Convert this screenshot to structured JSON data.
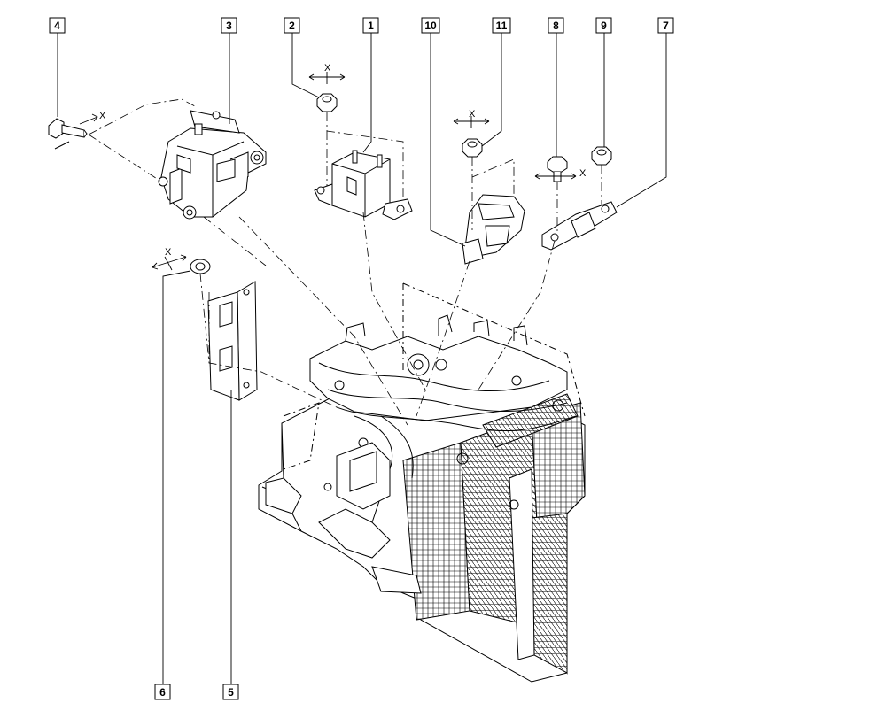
{
  "callouts": [
    {
      "id": "c1",
      "label": "1"
    },
    {
      "id": "c2",
      "label": "2"
    },
    {
      "id": "c3",
      "label": "3"
    },
    {
      "id": "c4",
      "label": "4"
    },
    {
      "id": "c5",
      "label": "5"
    },
    {
      "id": "c6",
      "label": "6"
    },
    {
      "id": "c7",
      "label": "7"
    },
    {
      "id": "c8",
      "label": "8"
    },
    {
      "id": "c9",
      "label": "9"
    },
    {
      "id": "c10",
      "label": "10"
    },
    {
      "id": "c11",
      "label": "11"
    }
  ],
  "torque_marks": [
    {
      "label": "X"
    },
    {
      "label": "X"
    },
    {
      "label": "X"
    },
    {
      "label": "X"
    },
    {
      "label": "X"
    }
  ]
}
